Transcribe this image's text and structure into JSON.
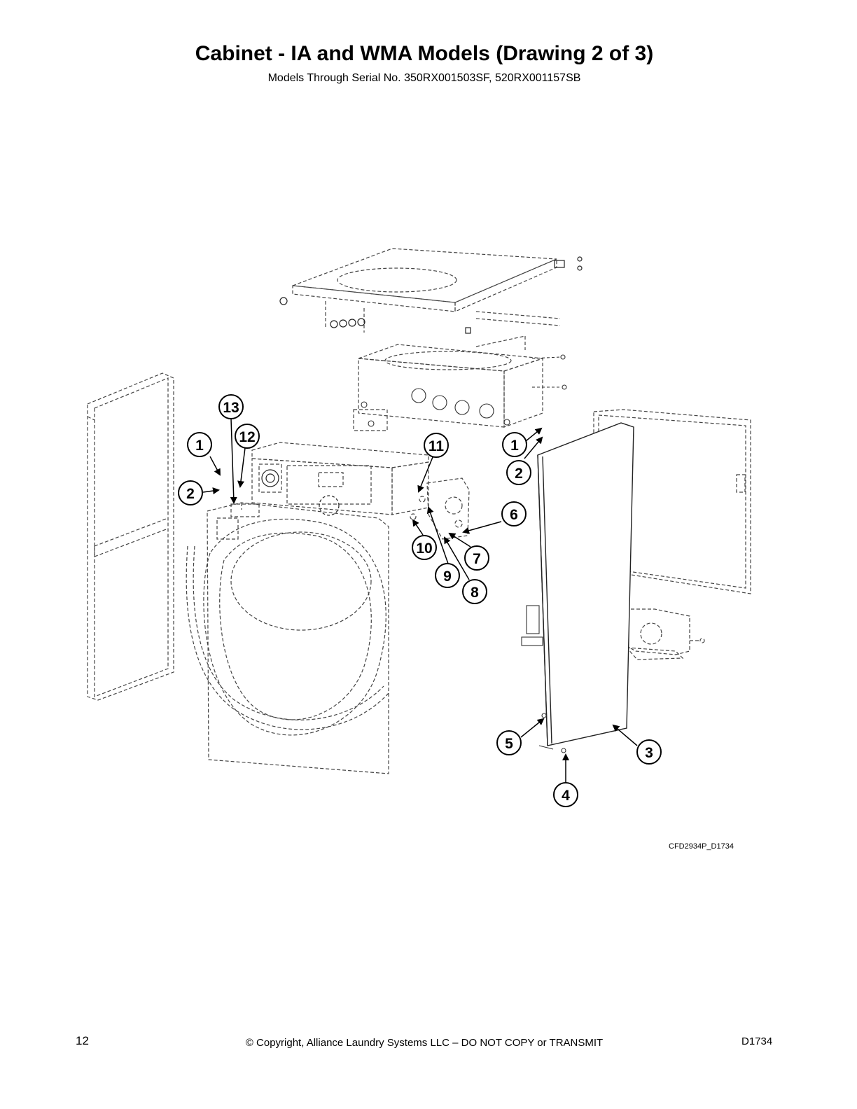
{
  "header": {
    "title": "Cabinet - IA and WMA Models (Drawing 2 of 3)",
    "subtitle": "Models Through Serial No. 350RX001503SF, 520RX001157SB"
  },
  "callouts": [
    {
      "id": "c13a",
      "label": "13"
    },
    {
      "id": "c1a",
      "label": "1"
    },
    {
      "id": "c12a",
      "label": "12"
    },
    {
      "id": "c2a",
      "label": "2"
    },
    {
      "id": "c11a",
      "label": "11"
    },
    {
      "id": "c1b",
      "label": "1"
    },
    {
      "id": "c2b",
      "label": "2"
    },
    {
      "id": "c6a",
      "label": "6"
    },
    {
      "id": "c10a",
      "label": "10"
    },
    {
      "id": "c7a",
      "label": "7"
    },
    {
      "id": "c9a",
      "label": "9"
    },
    {
      "id": "c8a",
      "label": "8"
    },
    {
      "id": "c5a",
      "label": "5"
    },
    {
      "id": "c3a",
      "label": "3"
    },
    {
      "id": "c4a",
      "label": "4"
    }
  ],
  "drawing_id": "CFD2934P_D1734",
  "footer": {
    "page_number": "12",
    "copyright": "© Copyright, Alliance Laundry Systems LLC – DO NOT COPY or TRANSMIT",
    "doc_number": "D1734"
  }
}
